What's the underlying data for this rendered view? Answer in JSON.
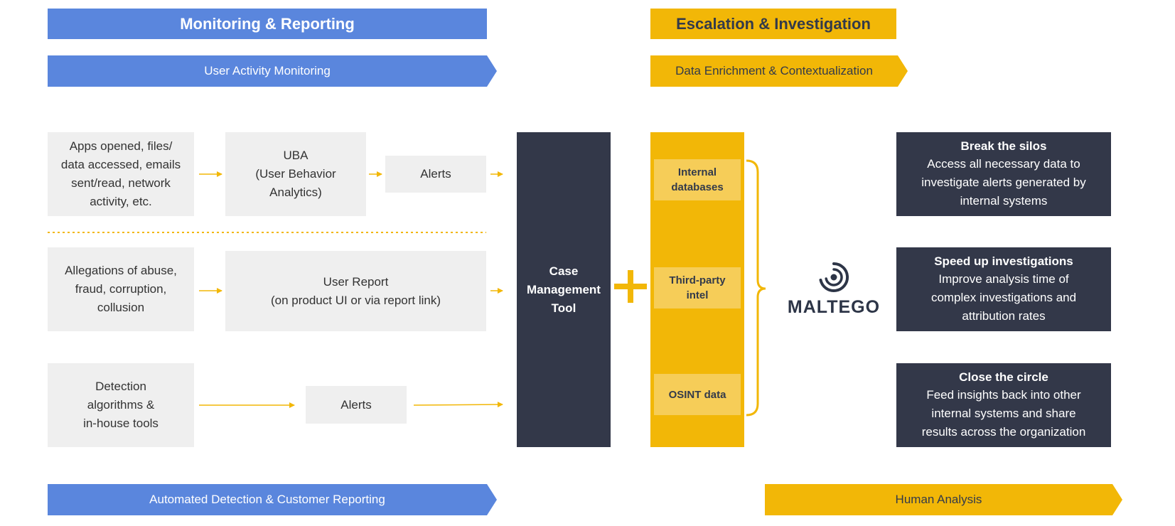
{
  "headers": {
    "monitoring": "Monitoring & Reporting",
    "escalation": "Escalation & Investigation"
  },
  "banners": {
    "user_activity": "User Activity Monitoring",
    "data_enrichment": "Data Enrichment & Contextualization",
    "automated_detection": "Automated Detection & Customer Reporting",
    "human_analysis": "Human Analysis"
  },
  "row1": {
    "source": "Apps opened, files/\ndata accessed, emails\nsent/read, network\nactivity, etc.",
    "uba": "UBA\n(User Behavior\nAnalytics)",
    "alerts": "Alerts"
  },
  "row2": {
    "source": "Allegations of abuse,\nfraud, corruption,\ncollusion",
    "report": "User Report\n(on product UI or via report link)"
  },
  "row3": {
    "source": "Detection\nalgorithms &\nin-house tools",
    "alerts": "Alerts"
  },
  "case_tool": "Case\nManagement\nTool",
  "plus": "+",
  "sources": {
    "internal": "Internal\ndatabases",
    "third_party": "Third-party\nintel",
    "osint": "OSINT data"
  },
  "logo": {
    "text": "MALTEGO"
  },
  "benefits": [
    {
      "title": "Break the silos",
      "desc": "Access all necessary data to\ninvestigate alerts generated by\ninternal systems"
    },
    {
      "title": "Speed up investigations",
      "desc": "Improve analysis time of\ncomplex investigations and\nattribution rates"
    },
    {
      "title": "Close the circle",
      "desc": "Feed insights back into other\ninternal systems and share\nresults across the organization"
    }
  ],
  "colors": {
    "blue": "#5a86dd",
    "gold": "#f2b707",
    "dark": "#333849",
    "light_gray": "#efefef",
    "gold_light": "#f6cd58"
  }
}
